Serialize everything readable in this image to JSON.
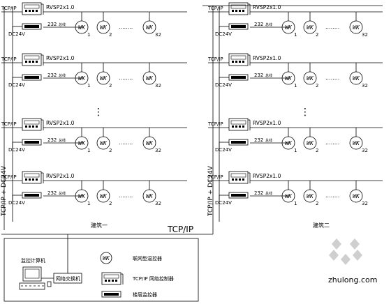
{
  "cable_label": "RVSP2x1.0",
  "rs232_label": "232",
  "rs232_suffix": "总线",
  "power_label": "DC24V",
  "tcpip_label": "TCP/IP",
  "trunk_label": "TCP/IP + DC24V",
  "ellipsis": "........",
  "vertical_ellipsis": "⋮",
  "meter_text": "WK",
  "meter_numbers": [
    "1",
    "2",
    "32"
  ],
  "building_labels": [
    "建筑一",
    "建筑二"
  ],
  "bus_label": "TCP/IP",
  "monitoring": {
    "computer_label": "监控计算机",
    "switch_label": "网络交换机"
  },
  "legend": [
    {
      "icon": "wk-meter-icon",
      "text": "联网型温控器"
    },
    {
      "icon": "network-controller-icon",
      "text": "TCP/IP 网络控制器"
    },
    {
      "icon": "floor-module-icon",
      "text": "楼层监控器"
    }
  ],
  "watermark": {
    "text": "zhulong.com"
  },
  "colors": {
    "line": "#000000",
    "watermark": "#cfcfcf"
  }
}
